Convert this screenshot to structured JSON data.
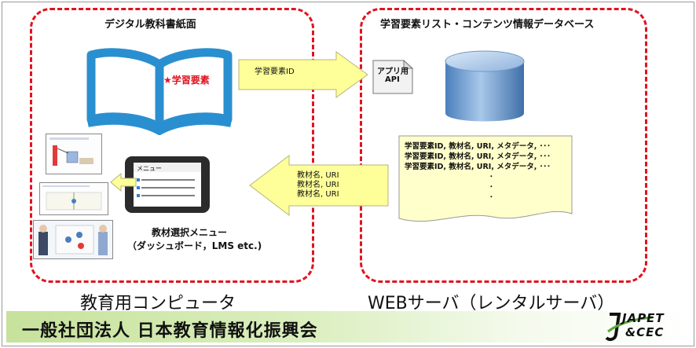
{
  "left_region": {
    "title": "デジタル教科書紙面",
    "book_marker": "★学習要素",
    "menu_title": "教材選択メニュー",
    "menu_subtitle": "（ダッシュボード，LMS etc.)",
    "tablet_label": "メニュー",
    "caption": "教育用コンピュータ"
  },
  "right_region": {
    "title": "学習要素リスト・コンテンツ情報データベース",
    "api_line1": "アプリ用",
    "api_line2": "API",
    "records": [
      "学習要素ID, 教材名, URI, メタデータ, ･･･",
      "学習要素ID, 教材名, URI, メタデータ, ･･･",
      "学習要素ID, 教材名, URI, メタデータ, ･･･",
      "･",
      "･",
      "･"
    ],
    "caption": "WEBサーバ（レンタルサーバ）"
  },
  "arrows": {
    "request_label": "学習要素ID",
    "response_lines": [
      "教材名, URI",
      "教材名, URI",
      "教材名, URI"
    ]
  },
  "footer": {
    "org_name": "一般社団法人 日本教育情報化振興会",
    "logo_text_1": "JAPET",
    "logo_text_2": "&CEC"
  },
  "colors": {
    "region_border": "#e0131f",
    "arrow_fill": "#ffff99",
    "book_blue": "#2a8fd0",
    "db_blue": "#5b8fc9",
    "memo_fill": "#ffffcc",
    "footer_green": "#c6e29b"
  }
}
